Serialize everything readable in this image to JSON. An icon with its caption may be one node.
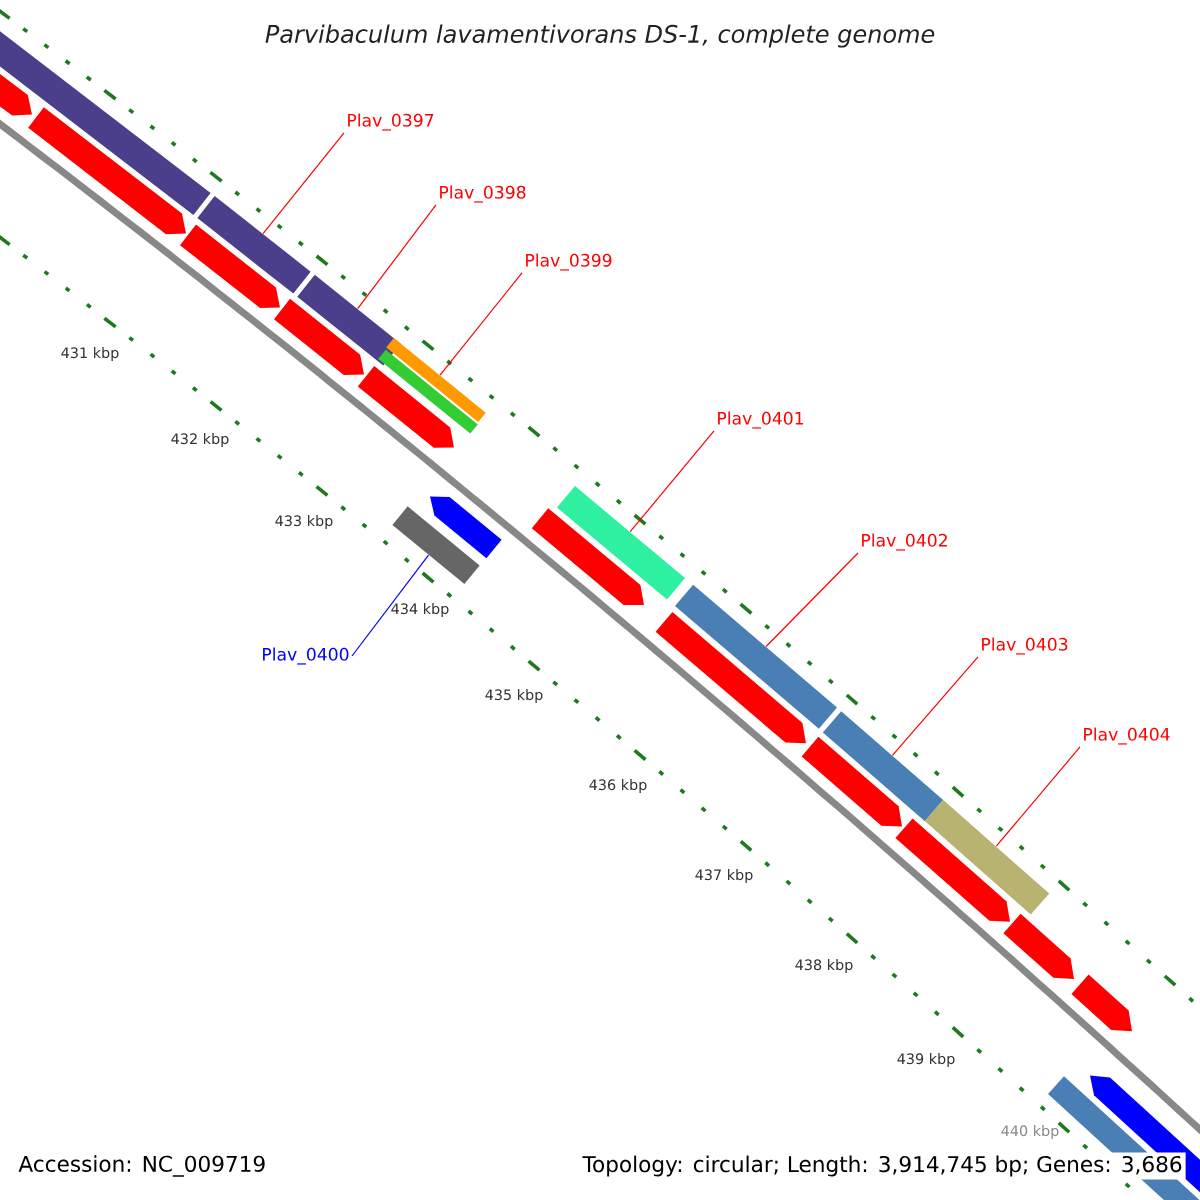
{
  "diagram": {
    "title": "Parvibaculum lavamentivorans DS-1, complete genome",
    "nodes": [
      {
        "text": [
          "Plav_0397"
        ]
      },
      {
        "text": [
          "Plav_0398"
        ]
      },
      {
        "text": [
          "Plav_0399"
        ]
      },
      {
        "text": [
          "Plav_0401"
        ]
      },
      {
        "text": [
          "Plav_0402"
        ]
      },
      {
        "text": [
          "Plav_0403"
        ]
      },
      {
        "text": [
          "Plav_0404"
        ]
      },
      {
        "text": [
          "Plav_0400"
        ]
      },
      {
        "text": [],
        "shape": "bar"
      },
      {
        "text": [],
        "shape": "bar"
      },
      {
        "text": [],
        "shape": "bar"
      },
      {
        "text": [],
        "shape": "bar"
      },
      {
        "text": [],
        "shape": "bar"
      },
      {
        "text": [],
        "shape": "bar"
      },
      {
        "text": [],
        "shape": "bar"
      },
      {
        "text": [],
        "shape": "bar"
      },
      {
        "text": [],
        "shape": "bar"
      },
      {
        "text": [],
        "shape": "bar"
      },
      {
        "text": [],
        "shape": "bar"
      },
      {
        "text": [],
        "shape": "bar"
      },
      {
        "text": [],
        "shape": "bar"
      },
      {
        "text": [],
        "shape": "bar"
      },
      {
        "text": [],
        "shape": "bar"
      },
      {
        "text": [],
        "shape": "bar"
      },
      {
        "text": [],
        "shape": "bar"
      },
      {
        "text": [],
        "shape": "bar"
      },
      {
        "text": [],
        "shape": "bar"
      },
      {
        "text": [],
        "shape": "bar"
      },
      {
        "text": [],
        "shape": "bar"
      },
      {
        "text": [],
        "shape": "bar"
      },
      {
        "text": [],
        "shape": "bar"
      },
      {
        "text": [],
        "shape": "bar"
      }
    ],
    "edges": [
      {
        "from": 0,
        "to": 8,
        "arrow": "none"
      },
      {
        "from": 1,
        "to": 9,
        "arrow": "none"
      },
      {
        "from": 2,
        "to": 10,
        "arrow": "none"
      },
      {
        "from": 3,
        "to": 11,
        "arrow": "none"
      },
      {
        "from": 4,
        "to": 12,
        "arrow": "none"
      },
      {
        "from": 5,
        "to": 13,
        "arrow": "none"
      },
      {
        "from": 6,
        "to": 14,
        "arrow": "none"
      },
      {
        "from": 7,
        "to": 15,
        "arrow": "none",
        "color": "#0000ff"
      }
    ],
    "labels": [
      "431 kbp",
      "432 kbp",
      "433 kbp",
      "434 kbp",
      "435 kbp",
      "436 kbp",
      "437 kbp",
      "438 kbp",
      "439 kbp",
      "440 kbp",
      "Accession: NC_009719",
      "Topology: circular; Length: 3,914,745 bp; Genes: 3,686"
    ]
  }
}
